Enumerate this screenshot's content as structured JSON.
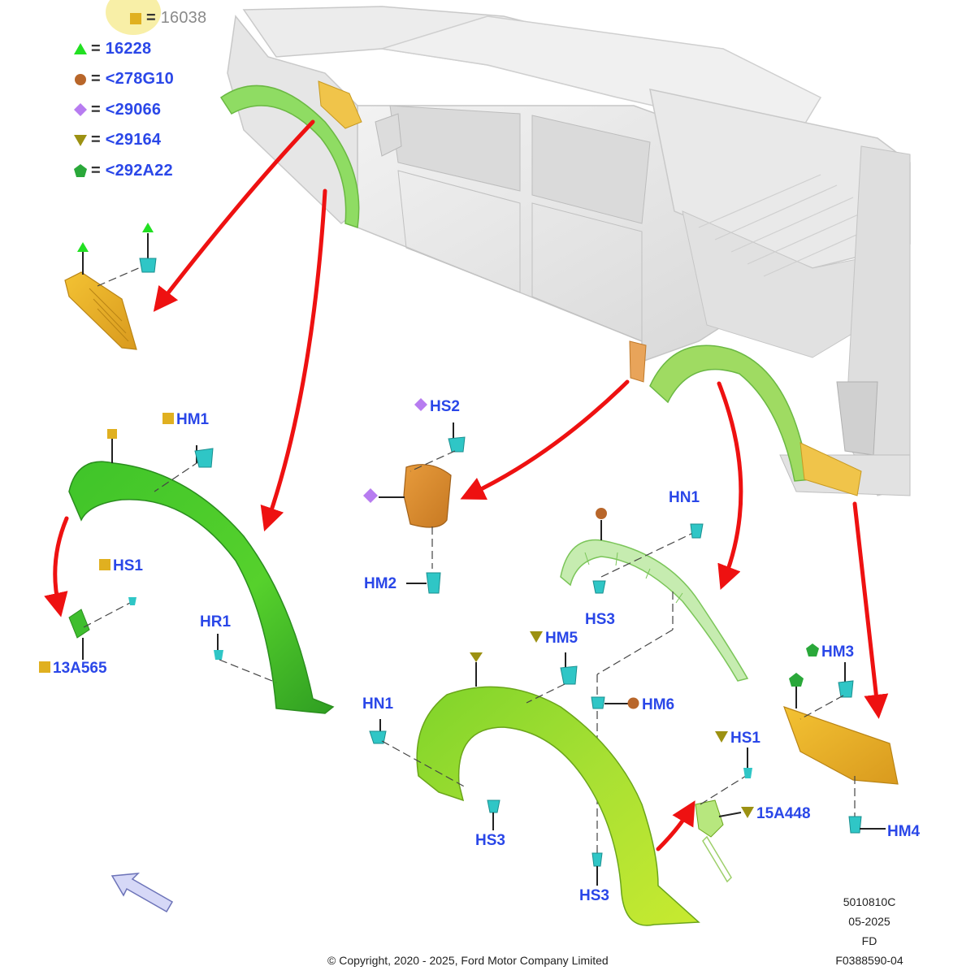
{
  "legend": [
    {
      "symbol": "square",
      "color": "#e0b020",
      "code": "16038",
      "highlighted": true
    },
    {
      "symbol": "triangle-up",
      "color": "#22e022",
      "code": "16228"
    },
    {
      "symbol": "circle",
      "color": "#b8662a",
      "code": "<278G10"
    },
    {
      "symbol": "diamond",
      "color": "#b77cf0",
      "code": "<29066"
    },
    {
      "symbol": "triangle-down",
      "color": "#9c9112",
      "code": "<29164"
    },
    {
      "symbol": "pentagon",
      "color": "#2aa83a",
      "code": "<292A22"
    }
  ],
  "legend_equals": "=",
  "callouts": {
    "hm1": {
      "text": "HM1",
      "symbol": "square"
    },
    "hs1_front": {
      "text": "HS1",
      "symbol": "square"
    },
    "part_13a565": {
      "text": "13A565",
      "symbol": "square"
    },
    "hr1": {
      "text": "HR1",
      "symbol": "none"
    },
    "hs2": {
      "text": "HS2",
      "symbol": "diamond"
    },
    "hm2": {
      "text": "HM2",
      "symbol": "none"
    },
    "hn1_upper": {
      "text": "HN1",
      "symbol": "none"
    },
    "hs3_upper": {
      "text": "HS3",
      "symbol": "none"
    },
    "hm5": {
      "text": "HM5",
      "symbol": "triangle-down"
    },
    "hm6": {
      "text": "HM6",
      "symbol": "circle"
    },
    "hn1_lower": {
      "text": "HN1",
      "symbol": "none"
    },
    "hs3_lower_left": {
      "text": "HS3",
      "symbol": "none"
    },
    "hs3_lower_center": {
      "text": "HS3",
      "symbol": "none"
    },
    "hm3": {
      "text": "HM3",
      "symbol": "pentagon"
    },
    "hs1_rear": {
      "text": "HS1",
      "symbol": "triangle-down"
    },
    "part_15a448": {
      "text": "15A448",
      "symbol": "triangle-down"
    },
    "hm4": {
      "text": "HM4",
      "symbol": "none"
    }
  },
  "footer": {
    "illustration_id": "5010810C",
    "date": "05-2025",
    "market": "FD",
    "figure_number": "F0388590-04",
    "copyright": "© Copyright, 2020 - 2025, Ford Motor Company Limited"
  },
  "colors": {
    "label_blue": "#2a47e8",
    "arrow_red": "#ee1111",
    "flare_green": "#4fc92b",
    "clip_cyan": "#2fc6c6",
    "orange_part": "#d9892e",
    "yellow_part": "#e7b22a",
    "truck_gray": "#e4e4e4"
  },
  "icons": [
    "view-direction-arrow-icon"
  ]
}
